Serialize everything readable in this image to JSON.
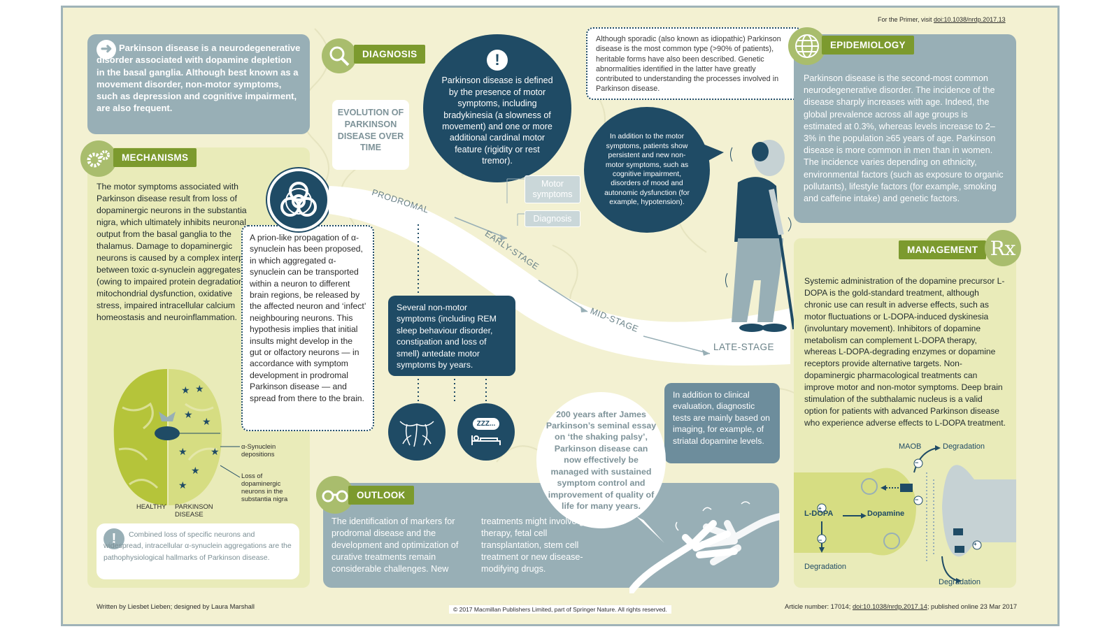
{
  "top_note": {
    "prefix": "For the Primer, visit ",
    "link": "doi:10.1038/nrdp.2017.13"
  },
  "intro": "Parkinson disease is a neurodegenerative disorder associated with dopamine depletion in the basal ganglia. Although best known as a movement disorder, non-motor symptoms, such as depression and cognitive impairment, are also frequent.",
  "mechanisms": {
    "title": "MECHANISMS",
    "text": "The motor symptoms associated with Parkinson disease result from loss of dopaminergic neurons in the substantia nigra, which ultimately inhibits neuronal output from the basal ganglia to the thalamus. Damage to dopaminergic neurons is caused by a complex interplay between toxic α-synuclein aggregates (owing to impaired protein degradation), mitochondrial dysfunction, oxidative stress, impaired intracellular calcium homeostasis and neuroinflammation.",
    "prion": "A prion-like propagation of α-synuclein has been proposed, in which aggregated α-synuclein can be transported within a neuron to different brain regions, be released by the affected neuron and ‘infect’ neighbouring neurons. This hypothesis implies that initial insults might develop in the gut or olfactory neurons — in accordance with symptom development in prodromal Parkinson disease — and spread from there to the brain.",
    "label_synuclein": "α-Synuclein depositions",
    "label_loss": "Loss of dopaminergic neurons in the substantia nigra",
    "label_healthy": "HEALTHY",
    "label_pd": "PARKINSON DISEASE",
    "note": "Combined loss of specific neurons and widespread, intracellular α-synuclein aggregations are the pathophysiological hallmarks of Parkinson disease."
  },
  "diagnosis": {
    "title": "DIAGNOSIS",
    "definition": "Parkinson disease is defined by the presence of motor symptoms, including bradykinesia (a slowness of movement) and one or more additional cardinal motor feature (rigidity or rest tremor).",
    "sporadic": "Although sporadic (also known as idiopathic) Parkinson disease is the most common type (>90% of patients), heritable forms have also been described. Genetic abnormalities identified in the latter have greatly contributed to understanding the processes involved in Parkinson disease.",
    "nonmotor_bubble": "In addition to the motor symptoms, patients show persistent and new non-motor symptoms, such as cognitive impairment, disorders of mood and autonomic dysfunction (for example, hypotension).",
    "evolution": "EVOLUTION OF PARKINSON DISEASE OVER TIME",
    "stages": [
      "PRODROMAL",
      "EARLY-STAGE",
      "MID-STAGE",
      "LATE-STAGE"
    ],
    "tag_motor": "Motor symptoms",
    "tag_diagnosis": "Diagnosis",
    "nonmotor_box": "Several non-motor symptoms (including REM sleep behaviour disorder, constipation and loss of smell) antedate motor symptoms by years.",
    "zzz": "ZZZ...",
    "imaging": "In addition to clinical evaluation, diagnostic tests are mainly based on imaging, for example, of striatal dopamine levels.",
    "years_bubble": "200 years after James Parkinson’s seminal essay on ‘the shaking palsy’, Parkinson disease can now effectively be managed with sustained symptom control and improvement of quality of life for many years."
  },
  "epidemiology": {
    "title": "EPIDEMIOLOGY",
    "text": "Parkinson disease is the second-most common neurodegenerative disorder. The incidence of the disease sharply increases with age. Indeed, the global prevalence across all age groups is estimated at 0.3%, whereas levels increase to 2–3% in the population ≥65 years of age. Parkinson disease is more common in men than in women. The incidence varies depending on ethnicity, environmental factors (such as exposure to organic pollutants), lifestyle factors (for example, smoking and caffeine intake) and genetic factors."
  },
  "management": {
    "title": "MANAGEMENT",
    "rx": "Rx",
    "text": "Systemic administration of the dopamine precursor L-DOPA is the gold-standard treatment, although chronic use can result in adverse effects, such as motor fluctuations or L-DOPA-induced dyskinesia (involuntary movement). Inhibitors of dopamine metabolism can complement L-DOPA therapy, whereas L-DOPA-degrading enzymes or dopamine receptors provide alternative targets. Non-dopaminergic pharmacological treatments can improve motor and non-motor symptoms. Deep brain stimulation of the subthalamic nucleus is a valid option for patients with advanced Parkinson disease who experience adverse effects to L-DOPA treatment.",
    "maob": "MAOB",
    "degradation": "Degradation",
    "ldopa": "L-DOPA",
    "dopamine": "Dopamine",
    "plus": "+",
    "minus": "−"
  },
  "outlook": {
    "title": "OUTLOOK",
    "text1": "The identification of markers for prodromal disease and the development and optimization of curative treatments remain considerable challenges. New",
    "text2": "treatments might involve gene therapy, fetal cell transplantation, stem cell treatment or new disease-modifying drugs."
  },
  "footer": {
    "credits": "Written by Liesbet Lieben; designed by Laura Marshall",
    "copyright": "© 2017 Macmillan Publishers Limited, part of Springer Nature. All rights reserved.",
    "article_prefix": "Article number: 17014; ",
    "article_link": "doi:10.1038/nrdp.2017.14",
    "article_suffix": "; published online 23 Mar 2017"
  },
  "colors": {
    "navy": "#1f4b65",
    "green": "#7c9a2e",
    "slate": "#98afb6",
    "cream": "#f3f1d2",
    "lime": "#e9ebb9"
  },
  "icons": [
    "arrow-right-icon",
    "gears-icon",
    "magnifier-icon",
    "exclamation-icon",
    "biohazard-icon",
    "globe-icon",
    "rx-icon",
    "binoculars-icon",
    "neuron-icon",
    "bed-icon"
  ]
}
